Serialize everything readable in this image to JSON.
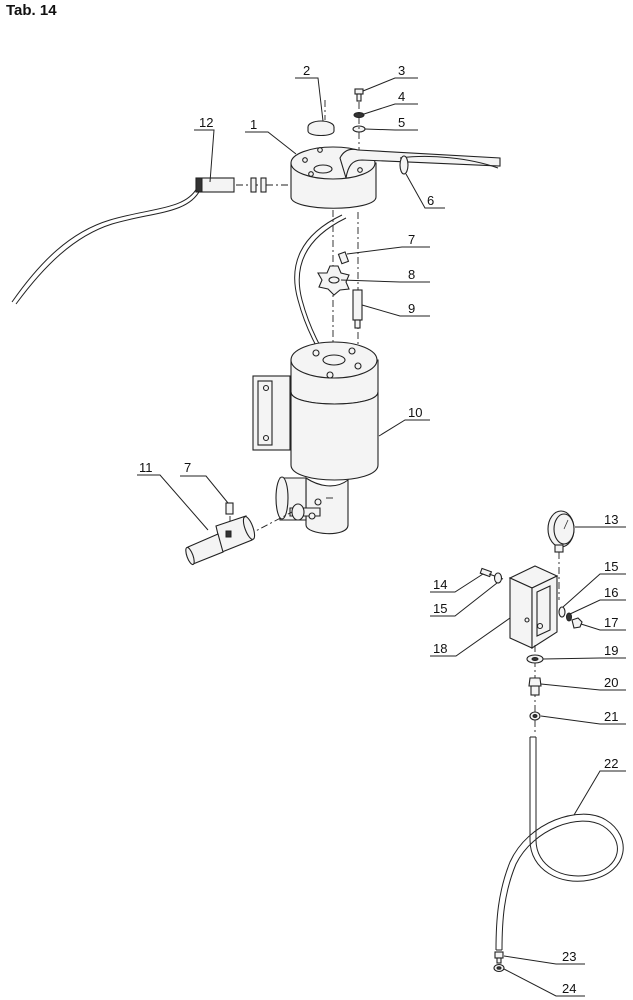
{
  "title": "Tab. 14",
  "labels": {
    "p1": "1",
    "p2": "2",
    "p3": "3",
    "p4": "4",
    "p5": "5",
    "p6": "6",
    "p7a": "7",
    "p7b": "7",
    "p8": "8",
    "p9": "9",
    "p10": "10",
    "p11": "11",
    "p12": "12",
    "p13": "13",
    "p14": "14",
    "p15a": "15",
    "p15b": "15",
    "p16": "16",
    "p17": "17",
    "p18": "18",
    "p19": "19",
    "p20": "20",
    "p21": "21",
    "p22": "22",
    "p23": "23",
    "p24": "24"
  }
}
